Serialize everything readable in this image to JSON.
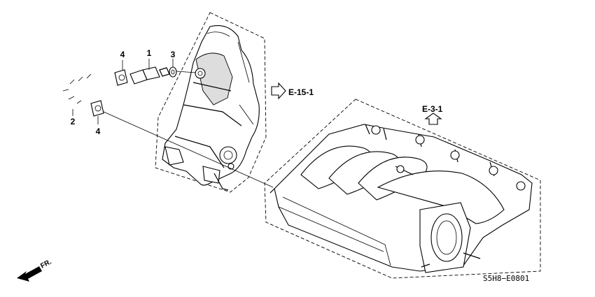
{
  "callouts": {
    "part_1": "1",
    "part_2": "2",
    "part_3": "3",
    "part_4_top": "4",
    "part_4_bottom": "4"
  },
  "references": {
    "bracket_ref": "E-15-1",
    "manifold_ref": "E-3-1"
  },
  "direction": {
    "front_label": "FR."
  },
  "diagram_code": "S5H8−E0801"
}
